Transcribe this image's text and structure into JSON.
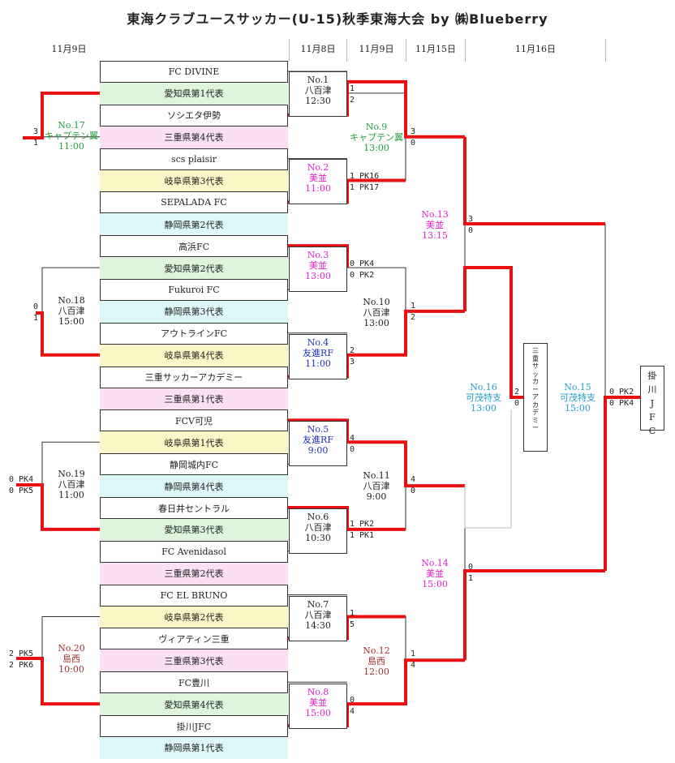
{
  "title": "東海クラブユースサッカー(U-15)秋季東海大会 by ㈱Blueberry",
  "dates": {
    "left": "11月9日",
    "d1": "11月8日",
    "d2": "11月9日",
    "d3": "11月15日",
    "d4": "11月16日"
  },
  "teams": [
    {
      "name": "FC DIVINE",
      "color": "white"
    },
    {
      "name": "愛知県第1代表",
      "color": "green"
    },
    {
      "name": "ソシエタ伊勢",
      "color": "white"
    },
    {
      "name": "三重県第4代表",
      "color": "pink"
    },
    {
      "name": "scs plaisir",
      "color": "white"
    },
    {
      "name": "岐阜県第3代表",
      "color": "yellow"
    },
    {
      "name": "SEPALADA FC",
      "color": "white"
    },
    {
      "name": "静岡県第2代表",
      "color": "cyan"
    },
    {
      "name": "高浜FC",
      "color": "white"
    },
    {
      "name": "愛知県第2代表",
      "color": "green"
    },
    {
      "name": "Fukuroi FC",
      "color": "white"
    },
    {
      "name": "静岡県第3代表",
      "color": "cyan"
    },
    {
      "name": "アウトラインFC",
      "color": "white"
    },
    {
      "name": "岐阜県第4代表",
      "color": "yellow"
    },
    {
      "name": "三重サッカーアカデミー",
      "color": "white"
    },
    {
      "name": "三重県第1代表",
      "color": "pink"
    },
    {
      "name": "FCV可児",
      "color": "white"
    },
    {
      "name": "岐阜県第1代表",
      "color": "yellow"
    },
    {
      "name": "静岡城内FC",
      "color": "white"
    },
    {
      "name": "静岡県第4代表",
      "color": "cyan"
    },
    {
      "name": "春日井セントラル",
      "color": "white"
    },
    {
      "name": "愛知県第3代表",
      "color": "green"
    },
    {
      "name": "FC Avenidasol",
      "color": "white"
    },
    {
      "name": "三重県第2代表",
      "color": "pink"
    },
    {
      "name": "FC EL BRUNO",
      "color": "white"
    },
    {
      "name": "岐阜県第2代表",
      "color": "yellow"
    },
    {
      "name": "ヴィアティン三重",
      "color": "white"
    },
    {
      "name": "三重県第3代表",
      "color": "pink"
    },
    {
      "name": "FC豊川",
      "color": "white"
    },
    {
      "name": "愛知県第4代表",
      "color": "green"
    },
    {
      "name": "掛川JFC",
      "color": "white"
    },
    {
      "name": "静岡県第1代表",
      "color": "cyan"
    }
  ],
  "matches": {
    "m1": {
      "no": "No.1",
      "venue": "八百津",
      "time": "12:30",
      "color": "#222222"
    },
    "m2": {
      "no": "No.2",
      "venue": "美並",
      "time": "11:00",
      "color": "#e020c8"
    },
    "m3": {
      "no": "No.3",
      "venue": "美並",
      "time": "13:00",
      "color": "#e020c8"
    },
    "m4": {
      "no": "No.4",
      "venue": "友進RF",
      "time": "11:00",
      "color": "#2030c0"
    },
    "m5": {
      "no": "No.5",
      "venue": "友進RF",
      "time": "9:00",
      "color": "#2030c0"
    },
    "m6": {
      "no": "No.6",
      "venue": "八百津",
      "time": "10:30",
      "color": "#222222"
    },
    "m7": {
      "no": "No.7",
      "venue": "八百津",
      "time": "14:30",
      "color": "#222222"
    },
    "m8": {
      "no": "No.8",
      "venue": "美並",
      "time": "15:00",
      "color": "#e020c8"
    },
    "m9": {
      "no": "No.9",
      "venue": "キャプテン翼",
      "time": "13:00",
      "color": "#20a040"
    },
    "m10": {
      "no": "No.10",
      "venue": "八百津",
      "time": "13:00",
      "color": "#222222"
    },
    "m11": {
      "no": "No.11",
      "venue": "八百津",
      "time": "9:00",
      "color": "#222222"
    },
    "m12": {
      "no": "No.12",
      "venue": "島西",
      "time": "12:00",
      "color": "#a03030"
    },
    "m13": {
      "no": "No.13",
      "venue": "美並",
      "time": "13:15",
      "color": "#e020c8"
    },
    "m14": {
      "no": "No.14",
      "venue": "美並",
      "time": "15:00",
      "color": "#e020c8"
    },
    "m15": {
      "no": "No.15",
      "venue": "可茂特支",
      "time": "15:00",
      "color": "#20a0c8"
    },
    "m16": {
      "no": "No.16",
      "venue": "可茂特支",
      "time": "13:00",
      "color": "#20a0c8"
    },
    "m17": {
      "no": "No.17",
      "venue": "キャプテン翼",
      "time": "11:00",
      "color": "#20a040"
    },
    "m18": {
      "no": "No.18",
      "venue": "八百津",
      "time": "15:00",
      "color": "#222222"
    },
    "m19": {
      "no": "No.19",
      "venue": "八百津",
      "time": "11:00",
      "color": "#222222"
    },
    "m20": {
      "no": "No.20",
      "venue": "島西",
      "time": "10:00",
      "color": "#a03030"
    }
  },
  "scores": {
    "s1a": "1",
    "s1b": "2",
    "s2a": "1 PK16",
    "s2b": "1 PK17",
    "s3a": "0 PK4",
    "s3b": "0 PK2",
    "s4a": "2",
    "s4b": "3",
    "s5a": "4",
    "s5b": "0",
    "s6a": "1 PK2",
    "s6b": "1 PK1",
    "s7a": "1",
    "s7b": "5",
    "s8a": "0",
    "s8b": "4",
    "s9a": "3",
    "s9b": "0",
    "s10a": "1",
    "s10b": "2",
    "s11a": "4",
    "s11b": "0",
    "s12a": "1",
    "s12b": "4",
    "s13a": "3",
    "s13b": "0",
    "s14a": "0",
    "s14b": "1",
    "s16a": "2",
    "s16b": "0",
    "s15a": "0 PK2",
    "s15b": "0 PK4",
    "s17a": "3",
    "s17b": "1",
    "s18a": "0",
    "s18b": "1",
    "s19a": "0 PK4",
    "s19b": "0 PK5",
    "s20a": "2 PK5",
    "s20b": "2 PK6"
  },
  "third_place_box": "三重サッカーアカデミー",
  "champion_box": "掛川JFC",
  "colors": {
    "win_line": "#e81010",
    "line": "#333333",
    "faint_line": "#bbbbbb"
  }
}
